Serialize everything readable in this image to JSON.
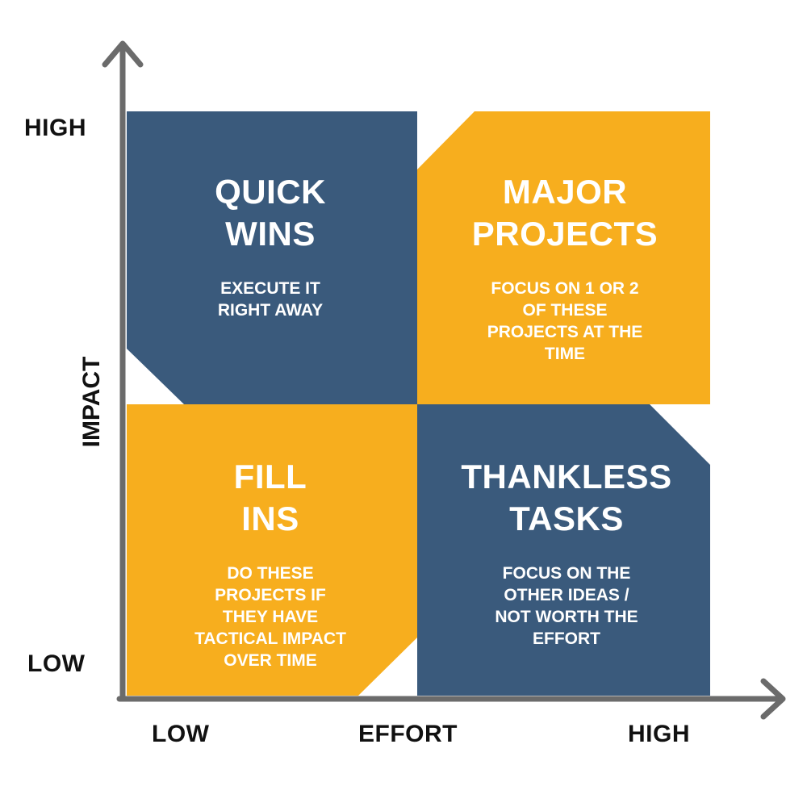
{
  "colors": {
    "navy": "#3a5a7c",
    "gold": "#f7ae1e",
    "axis": "#6b6b6b",
    "text_dark": "#111111",
    "text_light": "#ffffff"
  },
  "quadrants": {
    "quick_wins": {
      "title_line1": "QUICK",
      "title_line2": "WINS",
      "desc_line1": "EXECUTE IT",
      "desc_line2": "RIGHT AWAY"
    },
    "major_projects": {
      "title_line1": "MAJOR",
      "title_line2": "PROJECTS",
      "desc_line1": "FOCUS ON 1 OR 2",
      "desc_line2": "OF THESE",
      "desc_line3": "PROJECTS AT THE",
      "desc_line4": "TIME"
    },
    "fill_ins": {
      "title_line1": "FILL",
      "title_line2": "INS",
      "desc_line1": "DO THESE",
      "desc_line2": "PROJECTS IF",
      "desc_line3": "THEY HAVE",
      "desc_line4": "TACTICAL IMPACT",
      "desc_line5": "OVER TIME"
    },
    "thankless_tasks": {
      "title_line1": "THANKLESS",
      "title_line2": "TASKS",
      "desc_line1": "FOCUS ON THE",
      "desc_line2": "OTHER IDEAS /",
      "desc_line3": "NOT WORTH THE",
      "desc_line4": "EFFORT"
    }
  },
  "axes": {
    "y_title": "IMPACT",
    "y_high": "HIGH",
    "y_low": "LOW",
    "x_title": "EFFORT",
    "x_low": "LOW",
    "x_high": "HIGH"
  }
}
